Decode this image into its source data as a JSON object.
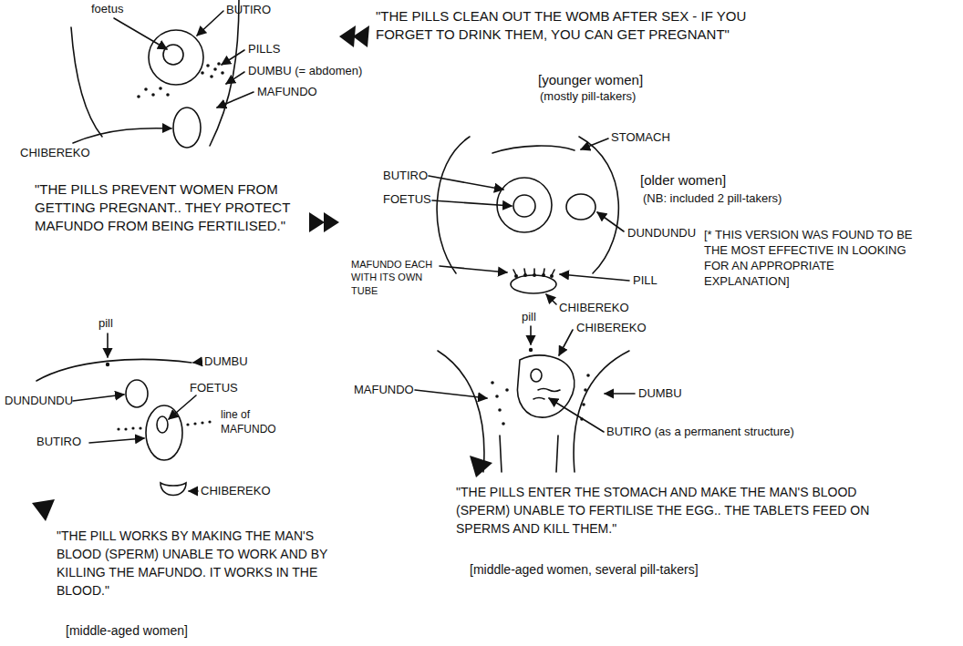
{
  "diagram": {
    "labels": [
      "foetus",
      "BUTIRO",
      "PILLS",
      "DUMBU (= abdomen)",
      "MAFUNDO",
      "CHIBEREKO",
      "\"THE PILLS CLEAN OUT THE WOMB AFTER SEX - IF YOU FORGET TO DRINK THEM, YOU CAN GET PREGNANT\"",
      "[younger women]",
      "(mostly pill-takers)",
      "\"THE PILLS PREVENT WOMEN FROM GETTING PREGNANT.. THEY PROTECT MAFUNDO FROM BEING FERTILISED.\"",
      "BUTIRO",
      "FOETUS",
      "STOMACH",
      "DUNDUNDU",
      "MAFUNDO EACH WITH ITS OWN TUBE",
      "PILL",
      "CHIBEREKO",
      "[older women]",
      "(NB: included 2 pill-takers)",
      "[* THIS VERSION WAS FOUND TO BE THE MOST EFFECTIVE IN LOOKING FOR AN APPROPRIATE EXPLANATION]",
      "pill",
      "DUMBU",
      "DUNDUNDU",
      "FOETUS",
      "line of MAFUNDO",
      "BUTIRO",
      "CHIBEREKO",
      "\"THE PILL WORKS BY MAKING THE MAN'S BLOOD (SPERM) UNABLE TO WORK AND BY KILLING THE MAFUNDO. IT WORKS IN THE BLOOD.\"",
      "[middle-aged women]",
      "pill",
      "CHIBEREKO",
      "MAFUNDO",
      "DUMBU",
      "BUTIRO (as a permanent structure)",
      "\"THE PILLS ENTER THE STOMACH AND MAKE THE MAN'S BLOOD (SPERM) UNABLE TO FERTILISE THE EGG.. THE TABLETS FEED ON SPERMS AND KILL THEM.\"",
      "[middle-aged women, several pill-takers]"
    ]
  }
}
